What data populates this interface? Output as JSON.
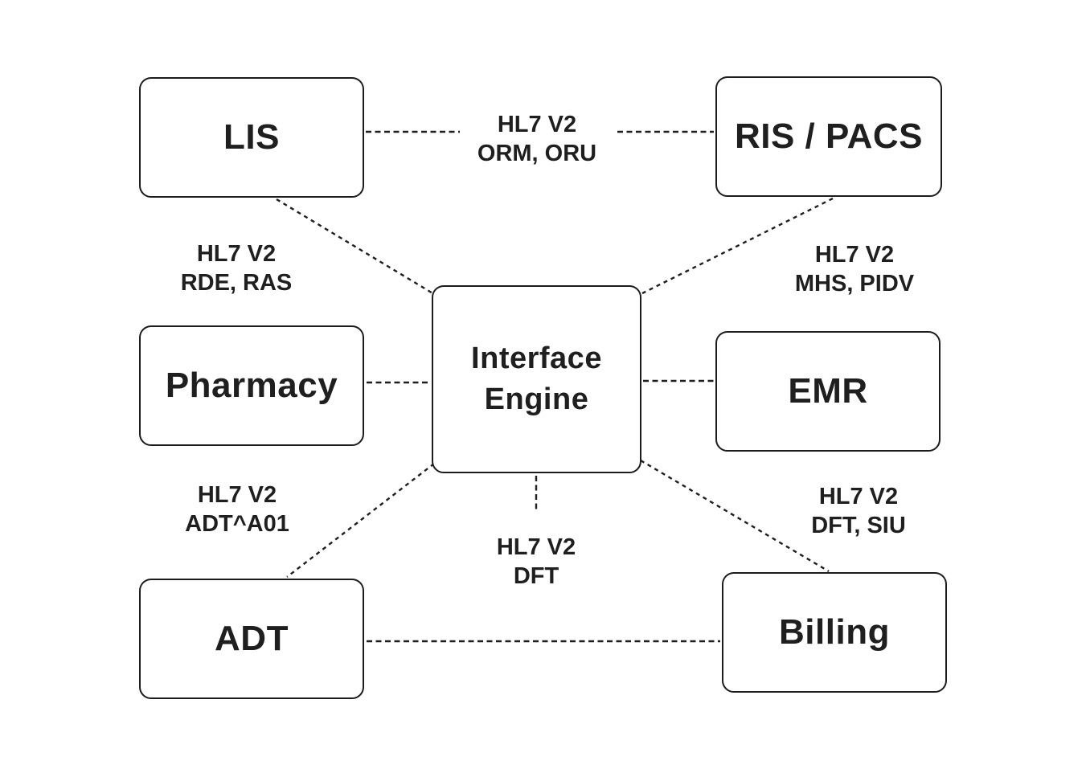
{
  "canvas": {
    "background": "#ffffff",
    "ink": "#1f1f1f"
  },
  "nodes": {
    "lis": {
      "label": "LIS"
    },
    "ris_pacs": {
      "label": "RIS / PACS"
    },
    "pharmacy": {
      "label": "Pharmacy"
    },
    "interface_engine": {
      "line1": "Interface",
      "line2": "Engine"
    },
    "emr": {
      "label": "EMR"
    },
    "adt": {
      "label": "ADT"
    },
    "billing": {
      "label": "Billing"
    }
  },
  "edge_labels": {
    "lis_ris": {
      "line1": "HL7 V2",
      "line2": "ORM, ORU"
    },
    "lis_engine": {
      "line1": "HL7 V2",
      "line2": "RDE, RAS"
    },
    "ris_engine": {
      "line1": "HL7 V2",
      "line2": "MHS, PIDV"
    },
    "adt_engine": {
      "line1": "HL7 V2",
      "line2": "ADT^A01"
    },
    "billing_engine": {
      "line1": "HL7 V2",
      "line2": "DFT, SIU"
    },
    "engine_billing_down": {
      "line1": "HL7 V2",
      "line2": "DFT"
    }
  }
}
